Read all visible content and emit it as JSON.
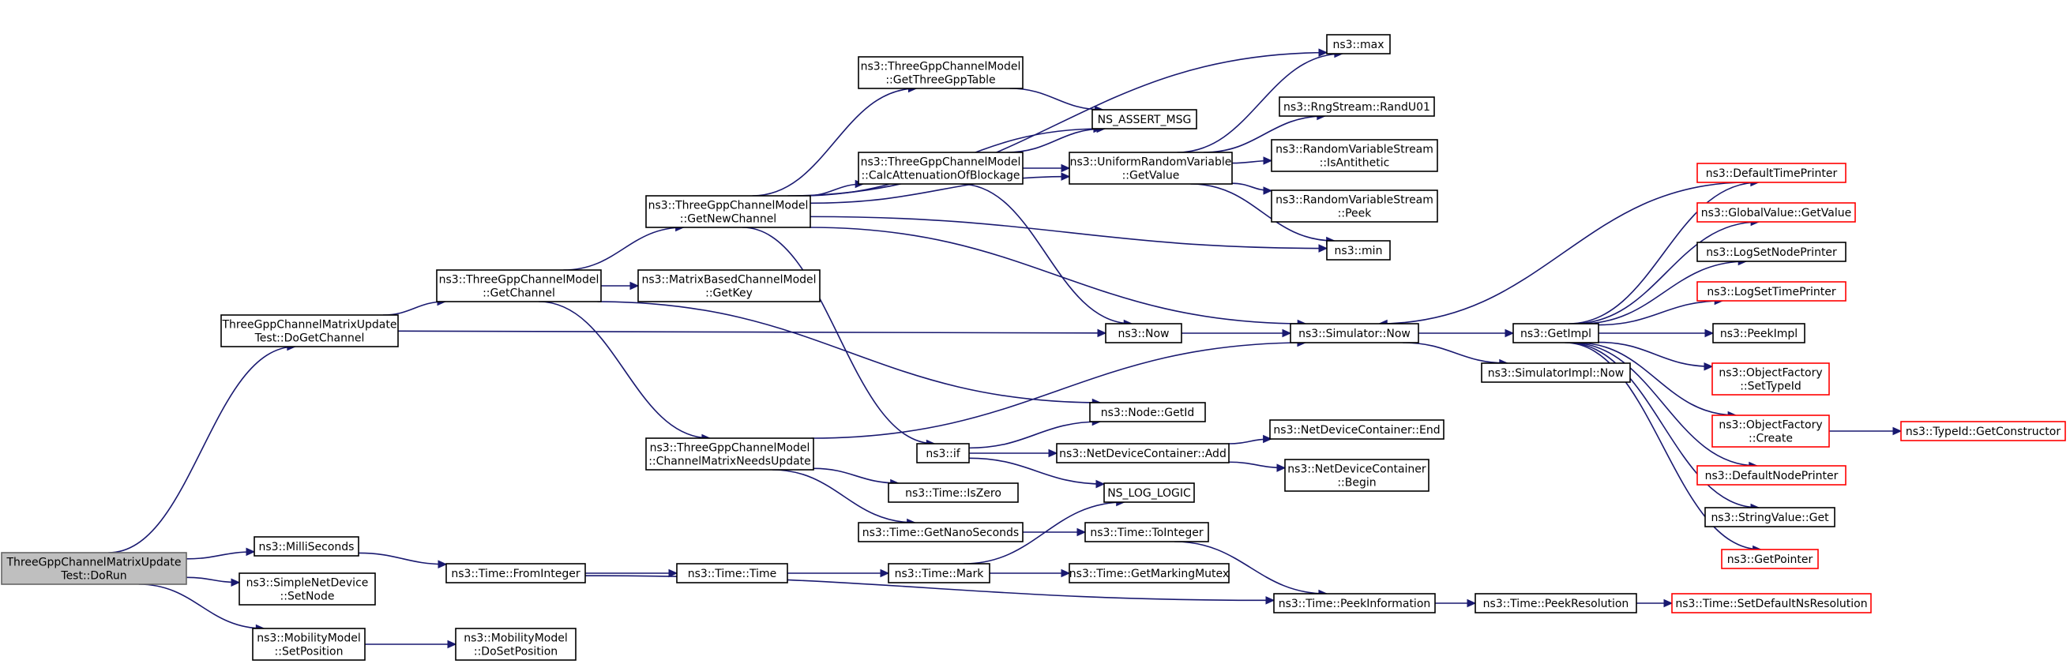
{
  "nodes": [
    {
      "id": "dorun",
      "lines": [
        "ThreeGppChannelMatrixUpdate",
        "Test::DoRun"
      ],
      "style": "root"
    },
    {
      "id": "dogetchannel",
      "lines": [
        "ThreeGppChannelMatrixUpdate",
        "Test::DoGetChannel"
      ],
      "style": "normal"
    },
    {
      "id": "getchannel",
      "lines": [
        "ns3::ThreeGppChannelModel",
        "::GetChannel"
      ],
      "style": "normal"
    },
    {
      "id": "getnewchannel",
      "lines": [
        "ns3::ThreeGppChannelModel",
        "::GetNewChannel"
      ],
      "style": "normal"
    },
    {
      "id": "getkey",
      "lines": [
        "ns3::MatrixBasedChannelModel",
        "::GetKey"
      ],
      "style": "normal"
    },
    {
      "id": "channelneeds",
      "lines": [
        "ns3::ThreeGppChannelModel",
        "::ChannelMatrixNeedsUpdate"
      ],
      "style": "normal"
    },
    {
      "id": "getthreegpptable",
      "lines": [
        "ns3::ThreeGppChannelModel",
        "::GetThreeGppTable"
      ],
      "style": "normal"
    },
    {
      "id": "calcatten",
      "lines": [
        "ns3::ThreeGppChannelModel",
        "::CalcAttenuationOfBlockage"
      ],
      "style": "normal"
    },
    {
      "id": "max",
      "lines": [
        "ns3::max"
      ],
      "style": "normal"
    },
    {
      "id": "nsassert",
      "lines": [
        "NS_ASSERT_MSG"
      ],
      "style": "normal"
    },
    {
      "id": "uniformgetvalue",
      "lines": [
        "ns3::UniformRandomVariable",
        "::GetValue"
      ],
      "style": "normal"
    },
    {
      "id": "randu01",
      "lines": [
        "ns3::RngStream::RandU01"
      ],
      "style": "normal"
    },
    {
      "id": "isantithetic",
      "lines": [
        "ns3::RandomVariableStream",
        "::IsAntithetic"
      ],
      "style": "normal"
    },
    {
      "id": "peek",
      "lines": [
        "ns3::RandomVariableStream",
        "::Peek"
      ],
      "style": "normal"
    },
    {
      "id": "min",
      "lines": [
        "ns3::min"
      ],
      "style": "normal"
    },
    {
      "id": "now",
      "lines": [
        "ns3::Now"
      ],
      "style": "normal"
    },
    {
      "id": "simnow",
      "lines": [
        "ns3::Simulator::Now"
      ],
      "style": "normal"
    },
    {
      "id": "getimpl",
      "lines": [
        "ns3::GetImpl"
      ],
      "style": "normal"
    },
    {
      "id": "simimplnow",
      "lines": [
        "ns3::SimulatorImpl::Now"
      ],
      "style": "normal"
    },
    {
      "id": "defaulttimeprinter",
      "lines": [
        "ns3::DefaultTimePrinter"
      ],
      "style": "red"
    },
    {
      "id": "globalvaluegetvalue",
      "lines": [
        "ns3::GlobalValue::GetValue"
      ],
      "style": "red"
    },
    {
      "id": "logsetnodeprinter",
      "lines": [
        "ns3::LogSetNodePrinter"
      ],
      "style": "normal"
    },
    {
      "id": "logsettimeprinter",
      "lines": [
        "ns3::LogSetTimePrinter"
      ],
      "style": "red"
    },
    {
      "id": "peekimpl",
      "lines": [
        "ns3::PeekImpl"
      ],
      "style": "normal"
    },
    {
      "id": "settypeid",
      "lines": [
        "ns3::ObjectFactory",
        "::SetTypeId"
      ],
      "style": "red"
    },
    {
      "id": "ofcreate",
      "lines": [
        "ns3::ObjectFactory",
        "::Create"
      ],
      "style": "red"
    },
    {
      "id": "getconstructor",
      "lines": [
        "ns3::TypeId::GetConstructor"
      ],
      "style": "red"
    },
    {
      "id": "defaultnodeprinter",
      "lines": [
        "ns3::DefaultNodePrinter"
      ],
      "style": "red"
    },
    {
      "id": "stringvalueget",
      "lines": [
        "ns3::StringValue::Get"
      ],
      "style": "normal"
    },
    {
      "id": "getpointer",
      "lines": [
        "ns3::GetPointer"
      ],
      "style": "red"
    },
    {
      "id": "nodegetid",
      "lines": [
        "ns3::Node::GetId"
      ],
      "style": "normal"
    },
    {
      "id": "if",
      "lines": [
        "ns3::if"
      ],
      "style": "normal"
    },
    {
      "id": "ndcadd",
      "lines": [
        "ns3::NetDeviceContainer::Add"
      ],
      "style": "normal"
    },
    {
      "id": "ndcend",
      "lines": [
        "ns3::NetDeviceContainer::End"
      ],
      "style": "normal"
    },
    {
      "id": "ndcbegin",
      "lines": [
        "ns3::NetDeviceContainer",
        "::Begin"
      ],
      "style": "normal"
    },
    {
      "id": "nslog",
      "lines": [
        "NS_LOG_LOGIC"
      ],
      "style": "normal"
    },
    {
      "id": "iszero",
      "lines": [
        "ns3::Time::IsZero"
      ],
      "style": "normal"
    },
    {
      "id": "getnano",
      "lines": [
        "ns3::Time::GetNanoSeconds"
      ],
      "style": "normal"
    },
    {
      "id": "tointeger",
      "lines": [
        "ns3::Time::ToInteger"
      ],
      "style": "normal"
    },
    {
      "id": "milliseconds",
      "lines": [
        "ns3::MilliSeconds"
      ],
      "style": "normal"
    },
    {
      "id": "frominteger",
      "lines": [
        "ns3::Time::FromInteger"
      ],
      "style": "normal"
    },
    {
      "id": "timetime",
      "lines": [
        "ns3::Time::Time"
      ],
      "style": "normal"
    },
    {
      "id": "timemark",
      "lines": [
        "ns3::Time::Mark"
      ],
      "style": "normal"
    },
    {
      "id": "getmarkingmutex",
      "lines": [
        "ns3::Time::GetMarkingMutex"
      ],
      "style": "normal"
    },
    {
      "id": "peekinfo",
      "lines": [
        "ns3::Time::PeekInformation"
      ],
      "style": "normal"
    },
    {
      "id": "peekres",
      "lines": [
        "ns3::Time::PeekResolution"
      ],
      "style": "normal"
    },
    {
      "id": "setdefaultns",
      "lines": [
        "ns3::Time::SetDefaultNsResolution"
      ],
      "style": "red"
    },
    {
      "id": "setnode",
      "lines": [
        "ns3::SimpleNetDevice",
        "::SetNode"
      ],
      "style": "normal"
    },
    {
      "id": "setposition",
      "lines": [
        "ns3::MobilityModel",
        "::SetPosition"
      ],
      "style": "normal"
    },
    {
      "id": "dosetposition",
      "lines": [
        "ns3::MobilityModel",
        "::DoSetPosition"
      ],
      "style": "normal"
    }
  ],
  "edges": [
    [
      "dorun",
      "dogetchannel"
    ],
    [
      "dorun",
      "milliseconds"
    ],
    [
      "dorun",
      "setnode"
    ],
    [
      "dorun",
      "setposition"
    ],
    [
      "dogetchannel",
      "getchannel"
    ],
    [
      "dogetchannel",
      "now"
    ],
    [
      "getchannel",
      "getnewchannel"
    ],
    [
      "getchannel",
      "getkey"
    ],
    [
      "getchannel",
      "channelneeds"
    ],
    [
      "getchannel",
      "nodegetid"
    ],
    [
      "getnewchannel",
      "max"
    ],
    [
      "getnewchannel",
      "getthreegpptable"
    ],
    [
      "getnewchannel",
      "nsassert"
    ],
    [
      "getnewchannel",
      "calcatten"
    ],
    [
      "getnewchannel",
      "uniformgetvalue"
    ],
    [
      "getnewchannel",
      "min"
    ],
    [
      "getnewchannel",
      "simnow"
    ],
    [
      "getnewchannel",
      "if"
    ],
    [
      "getthreegpptable",
      "nsassert"
    ],
    [
      "calcatten",
      "nsassert"
    ],
    [
      "calcatten",
      "uniformgetvalue"
    ],
    [
      "calcatten",
      "now"
    ],
    [
      "uniformgetvalue",
      "max"
    ],
    [
      "uniformgetvalue",
      "randu01"
    ],
    [
      "uniformgetvalue",
      "isantithetic"
    ],
    [
      "uniformgetvalue",
      "peek"
    ],
    [
      "uniformgetvalue",
      "min"
    ],
    [
      "now",
      "simnow"
    ],
    [
      "simnow",
      "getimpl"
    ],
    [
      "simnow",
      "simimplnow"
    ],
    [
      "defaulttimeprinter",
      "simnow"
    ],
    [
      "getimpl",
      "defaulttimeprinter"
    ],
    [
      "getimpl",
      "globalvaluegetvalue"
    ],
    [
      "getimpl",
      "logsetnodeprinter"
    ],
    [
      "getimpl",
      "logsettimeprinter"
    ],
    [
      "getimpl",
      "peekimpl"
    ],
    [
      "getimpl",
      "settypeid"
    ],
    [
      "getimpl",
      "ofcreate"
    ],
    [
      "getimpl",
      "defaultnodeprinter"
    ],
    [
      "getimpl",
      "stringvalueget"
    ],
    [
      "getimpl",
      "getpointer"
    ],
    [
      "ofcreate",
      "getconstructor"
    ],
    [
      "channelneeds",
      "simnow"
    ],
    [
      "channelneeds",
      "iszero"
    ],
    [
      "channelneeds",
      "getnano"
    ],
    [
      "if",
      "nodegetid"
    ],
    [
      "if",
      "ndcadd"
    ],
    [
      "if",
      "nslog"
    ],
    [
      "ndcadd",
      "ndcend"
    ],
    [
      "ndcadd",
      "ndcbegin"
    ],
    [
      "getnano",
      "tointeger"
    ],
    [
      "tointeger",
      "peekinfo"
    ],
    [
      "milliseconds",
      "frominteger"
    ],
    [
      "frominteger",
      "timetime"
    ],
    [
      "frominteger",
      "peekinfo"
    ],
    [
      "timetime",
      "timemark"
    ],
    [
      "timemark",
      "nslog"
    ],
    [
      "timemark",
      "getmarkingmutex"
    ],
    [
      "peekinfo",
      "peekres"
    ],
    [
      "peekres",
      "setdefaultns"
    ],
    [
      "setposition",
      "dosetposition"
    ]
  ],
  "colors": {
    "edge": "#191970",
    "node_border": "#000000",
    "highlight_border": "#ff0000",
    "root_fill": "#bfbfbf"
  }
}
